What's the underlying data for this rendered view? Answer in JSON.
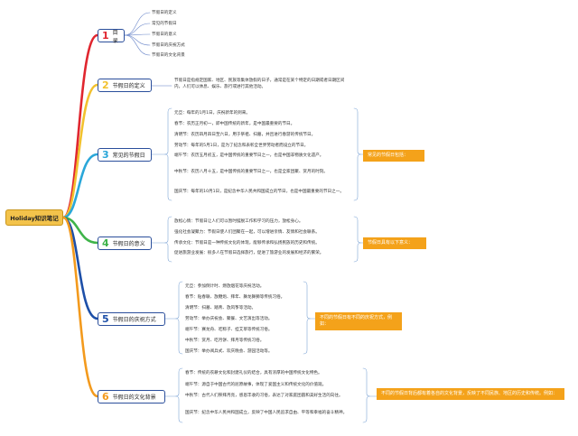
{
  "root": {
    "label": "Holiday知识笔记"
  },
  "branches": [
    {
      "num": "1",
      "title": "目录",
      "color": "#e0262f",
      "items": [
        "节假日的定义",
        "常见的节假日",
        "节假日的意义",
        "节假日的庆祝方式",
        "节假日的文化背景"
      ]
    },
    {
      "num": "2",
      "title": "节假日的定义",
      "color": "#f2c12e",
      "text": "节假日是指规定国家、地区、民族等集体放假的日子，通常是在某个特定的日期或者日期区间内，人们可以休息、娱乐、旅行或进行其他活动。"
    },
    {
      "num": "3",
      "title": "常见的节假日",
      "color": "#2aa7d9",
      "items": [
        "元旦：每年的1月1日，庆祝新年的到来。",
        "春节：农历正月初一，即中国传统的新年，是中国最重要的节日。",
        "清明节：农历四月四日至六日，用于祭祖、扫墓，并且进行春游的传统节日。",
        "劳动节：每年的5月1日，是为了纪念和表彰全世界劳动者而设立的节日。",
        "端午节：农历五月初五，是中国传统的重要节日之一，也是中国非物质文化遗产。",
        "中秋节：农历八月十五，是中国传统的重要节日之一，也是全家团聚、赏月的时刻。",
        "国庆节：每年的10月1日，是纪念中华人民共和国成立的节日，也是中国最重要的节日之一。"
      ],
      "callout": "常见的节假日包括："
    },
    {
      "num": "4",
      "title": "节假日的意义",
      "color": "#3fb44a",
      "items": [
        "放松心情：节假日让人们可以暂时摆脱工作和学习的压力，放松身心。",
        "强化社会凝聚力：节假日使人们团聚在一起，可以增进亲情、友情和社会联系。",
        "传承文化：节假日是一种传统文化的体现，能够传承和弘扬民族的历史和传统。",
        "促进旅游业发展：很多人在节假日选择旅行，促进了旅游业的发展和经济的繁荣。"
      ],
      "callout": "节假日具有以下意义："
    },
    {
      "num": "5",
      "title": "节假日的庆祝方式",
      "color": "#1d4fa8",
      "items": [
        "元旦：参加倒计时、燃放烟花等庆祝活动。",
        "春节：贴春联、放鞭炮、拜年、舞龙舞狮等传统习俗。",
        "清明节：扫墓、踏青、放风筝等活动。",
        "劳动节：举办庆祝会、聚餐、文艺演出等活动。",
        "端午节：赛龙舟、吃粽子、挂艾草等传统习俗。",
        "中秋节：赏月、吃月饼、拜月等传统习俗。",
        "国庆节：举办阅兵式、欢庆晚会、游园活动等。"
      ],
      "callout": "不同的节假日有不同的庆祝方式，例如："
    },
    {
      "num": "6",
      "title": "节假日的文化背景",
      "color": "#f39a1d",
      "items": [
        "春节：传统的农耕文化和封建礼仪的结合，具有浓厚的中国传统文化特色。",
        "端午节：源自于中国古代的屈原故事，体现了爱国主义和传统文化的价值观。",
        "中秋节：古代人们祭拜月亮，感恩丰收的习俗，表达了对家庭团圆和美好生活的向往。",
        "国庆节：纪念中华人民共和国成立，反映了中国人民追求自由、平等和幸福的奋斗精神。"
      ],
      "callout": "不同的节假日背后都有着各自的文化背景，反映了不同民族、地区的历史和传统。例如："
    }
  ]
}
